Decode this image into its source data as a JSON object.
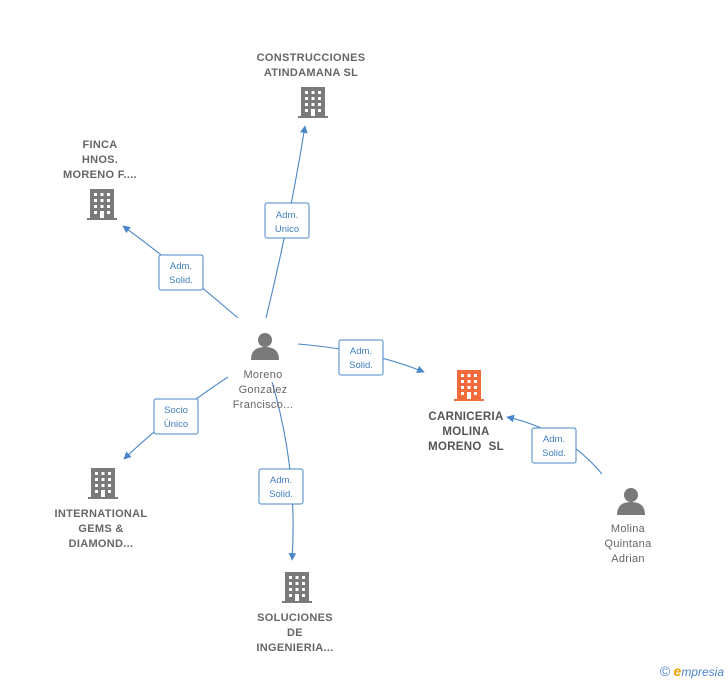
{
  "colors": {
    "edge": "#4a86c8",
    "company_icon": "#7a7a7a",
    "main_company_icon": "#f26b3a",
    "person_icon": "#7a7a7a",
    "label": "#666666"
  },
  "nodes": {
    "construcciones": {
      "lines": [
        "CONSTRUCCIONES",
        "ATINDAMANA SL"
      ],
      "icon": "building-icon"
    },
    "finca": {
      "lines": [
        "FINCA",
        "HNOS.",
        "MORENO F...."
      ],
      "icon": "building-icon"
    },
    "moreno": {
      "lines": [
        "Moreno",
        "Gonzalez",
        "Francisco..."
      ],
      "icon": "person-icon"
    },
    "carniceria": {
      "lines": [
        "CARNICERIA",
        "MOLINA",
        "MORENO  SL"
      ],
      "icon": "building-icon"
    },
    "international": {
      "lines": [
        "INTERNATIONAL",
        "GEMS &",
        "DIAMOND..."
      ],
      "icon": "building-icon"
    },
    "soluciones": {
      "lines": [
        "SOLUCIONES",
        "DE",
        "INGENIERIA..."
      ],
      "icon": "building-icon"
    },
    "molina": {
      "lines": [
        "Molina",
        "Quintana",
        "Adrian"
      ],
      "icon": "person-icon"
    }
  },
  "relations": {
    "to_construcciones": [
      "Adm.",
      "Unico"
    ],
    "to_finca": [
      "Adm.",
      "Solid."
    ],
    "to_carniceria": [
      "Adm.",
      "Solid."
    ],
    "to_international": [
      "Socio",
      "Único"
    ],
    "to_soluciones": [
      "Adm.",
      "Solid."
    ],
    "molina_to_carniceria": [
      "Adm.",
      "Solid."
    ]
  },
  "watermark": {
    "copyright": "©",
    "brand_initial": "e",
    "brand_rest": "mpresia"
  }
}
